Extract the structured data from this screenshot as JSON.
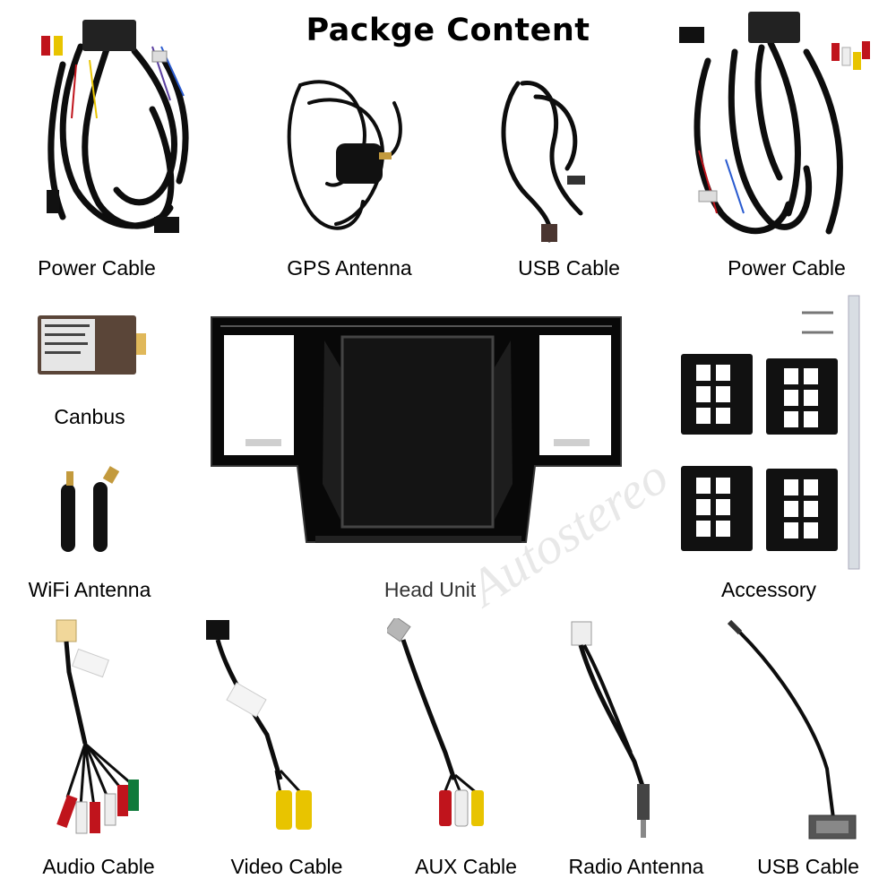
{
  "title": "Packge Content",
  "watermark": "Autostereo",
  "row1": [
    "Power Cable",
    "GPS Antenna",
    "USB Cable",
    "Power Cable"
  ],
  "row2": {
    "canbus": "Canbus",
    "wifi": "WiFi Antenna",
    "head_unit": "Head Unit",
    "accessory": "Accessory"
  },
  "row3": [
    "Audio Cable",
    "Video Cable",
    "AUX Cable",
    "Radio Antenna",
    "USB Cable"
  ],
  "colors": {
    "cable": "#0d0d0d",
    "rca_red": "#c0141c",
    "rca_white": "#eeeeee",
    "rca_yellow": "#e8c400",
    "rca_green": "#0f7a3a",
    "canbus_box": "#5a4538",
    "antenna_gold": "#c39a3d"
  }
}
